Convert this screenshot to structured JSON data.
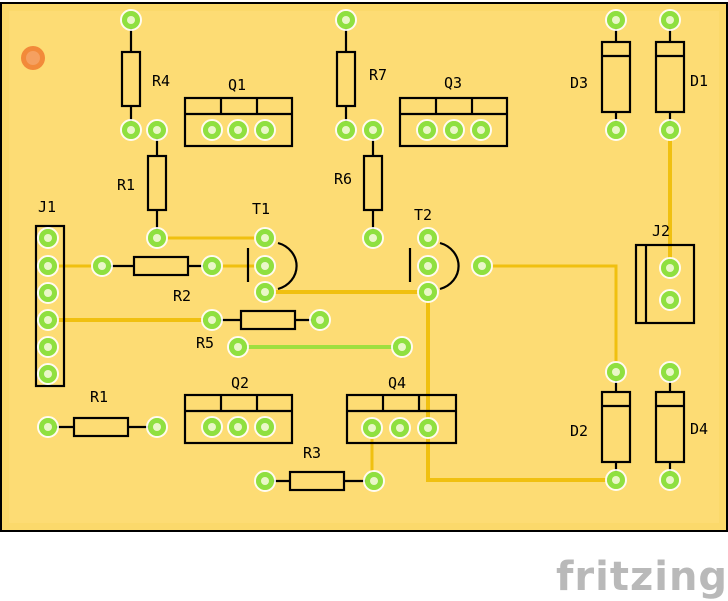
{
  "board": {
    "background": "#ffffff",
    "pcb_fill": "#fbd96b",
    "pcb_border": "#000000",
    "trace_color": "#f0c010",
    "pad_color": "#8fe040",
    "marker_color": "#f28a3a"
  },
  "labels": {
    "R4": "R4",
    "Q1": "Q1",
    "R7": "R7",
    "Q3": "Q3",
    "D3": "D3",
    "D1": "D1",
    "R1_top": "R1",
    "T1": "T1",
    "R6": "R6",
    "T2": "T2",
    "J1": "J1",
    "J2": "J2",
    "R2": "R2",
    "R5": "R5",
    "R1_bottom": "R1",
    "Q2": "Q2",
    "Q4": "Q4",
    "R3": "R3",
    "D2": "D2",
    "D4": "D4"
  },
  "brand": {
    "text": "fritzing"
  }
}
